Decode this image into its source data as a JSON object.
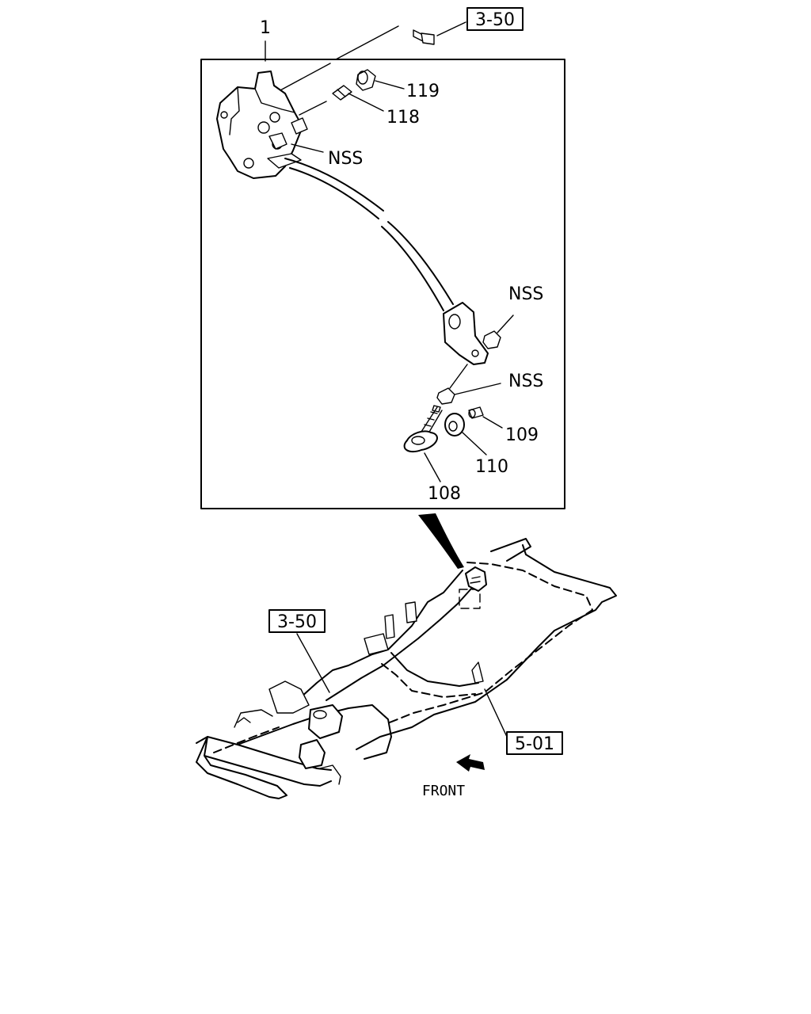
{
  "callouts": {
    "top_ref": "3-50",
    "assembly": "1",
    "part_119": "119",
    "part_118": "118",
    "nss_upper": "NSS",
    "nss_middle": "NSS",
    "nss_lower": "NSS",
    "part_109": "109",
    "part_110": "110",
    "part_108": "108",
    "frame_ref_left": "3-50",
    "frame_ref_right": "5-01",
    "front": "FRONT"
  }
}
